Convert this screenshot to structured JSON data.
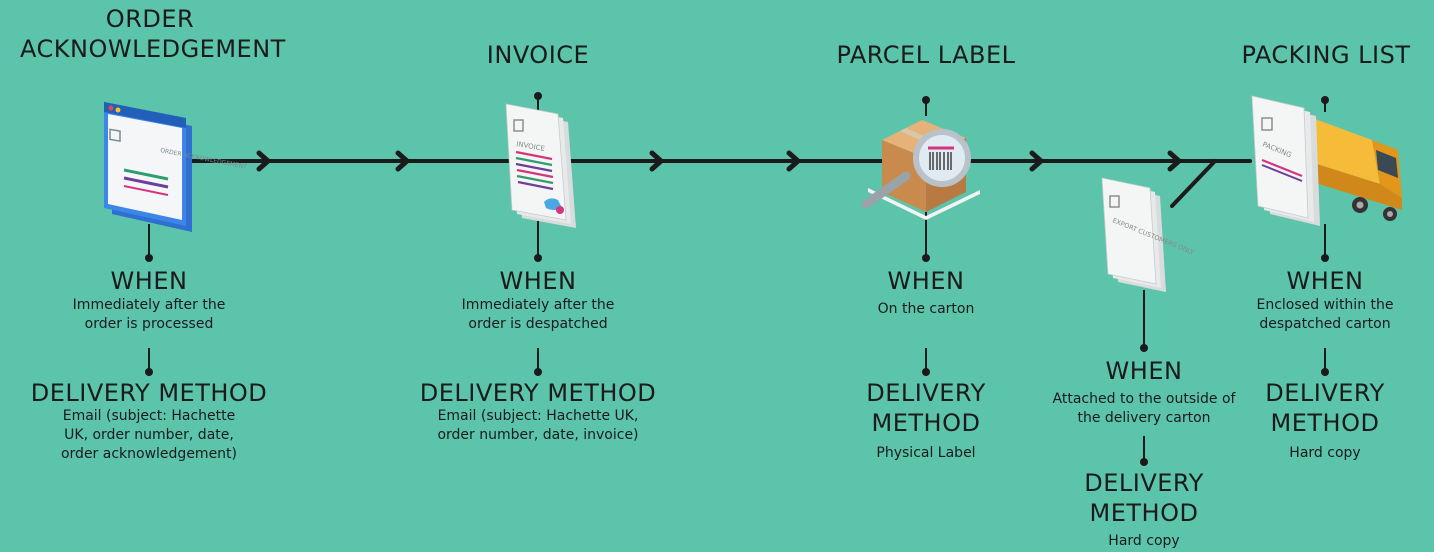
{
  "colors": {
    "background": "#5bc4ab",
    "line": "#1b1b1b",
    "browser_frame": "#2f6fd0",
    "paper": "#eef0f0",
    "accent_pink": "#d6347f",
    "accent_green": "#2e9e6e",
    "accent_purple": "#6b3f9a",
    "box": "#d8a36a",
    "van": "#f4a81e"
  },
  "stages": [
    {
      "title": "ORDER ACKNOWLEDGEMENT",
      "icon": "browser-window-icon",
      "icon_text": "ORDER ACKNOWLEDGEMENT",
      "when_heading": "WHEN",
      "when_text": "Immediately after the order is processed",
      "method_heading": "DELIVERY METHOD",
      "method_text": "Email (subject: Hachette UK, order number, date, order acknowledgement)"
    },
    {
      "title": "INVOICE",
      "icon": "invoice-document-icon",
      "icon_text": "INVOICE",
      "when_heading": "WHEN",
      "when_text": "Immediately after the order is despatched",
      "method_heading": "DELIVERY METHOD",
      "method_text": "Email (subject: Hachette UK, order number, date, invoice)"
    },
    {
      "title": "PARCEL LABEL",
      "icon": "parcel-magnifier-icon",
      "when_heading": "WHEN",
      "when_text": "On the carton",
      "method_heading": "DELIVERY METHOD",
      "method_text": "Physical Label"
    },
    {
      "title": "",
      "icon": "export-document-icon",
      "icon_text": "EXPORT CUSTOMERS ONLY",
      "when_heading": "WHEN",
      "when_text": "Attached to the outside of the delivery carton",
      "method_heading": "DELIVERY METHOD",
      "method_text": "Hard copy"
    },
    {
      "title": "PACKING LIST",
      "icon": "packing-list-van-icon",
      "icon_text": "PACKING",
      "when_heading": "WHEN",
      "when_text": "Enclosed within the despatched carton",
      "method_heading": "DELIVERY METHOD",
      "method_text": "Hard copy"
    }
  ]
}
